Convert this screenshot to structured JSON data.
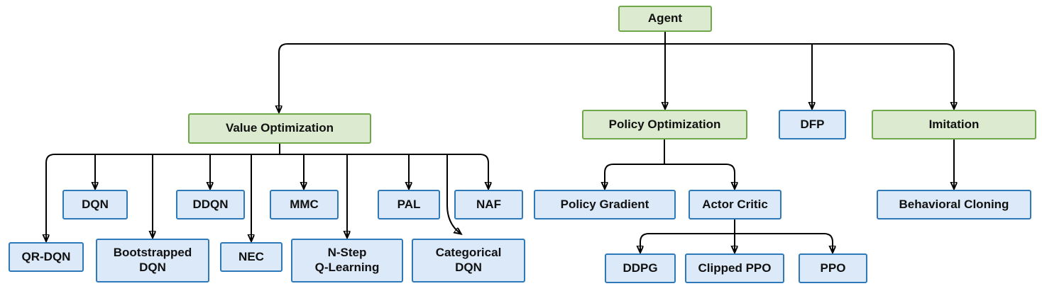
{
  "diagram": {
    "colors": {
      "category_fill": "#dcead0",
      "category_border": "#6fa74a",
      "algorithm_fill": "#dbe9f8",
      "algorithm_border": "#2e79b9",
      "connector": "#000000"
    },
    "nodes": {
      "agent": {
        "label": "Agent",
        "type": "category"
      },
      "value_optimization": {
        "label": "Value Optimization",
        "type": "category"
      },
      "policy_optimization": {
        "label": "Policy Optimization",
        "type": "category"
      },
      "dfp": {
        "label": "DFP",
        "type": "algorithm"
      },
      "imitation": {
        "label": "Imitation",
        "type": "category"
      },
      "dqn": {
        "label": "DQN",
        "type": "algorithm"
      },
      "ddqn": {
        "label": "DDQN",
        "type": "algorithm"
      },
      "mmc": {
        "label": "MMC",
        "type": "algorithm"
      },
      "pal": {
        "label": "PAL",
        "type": "algorithm"
      },
      "naf": {
        "label": "NAF",
        "type": "algorithm"
      },
      "qr_dqn": {
        "label": "QR-DQN",
        "type": "algorithm"
      },
      "bootstrapped_dqn": {
        "label": "Bootstrapped\nDQN",
        "type": "algorithm"
      },
      "nec": {
        "label": "NEC",
        "type": "algorithm"
      },
      "n_step_q_learning": {
        "label": "N-Step\nQ-Learning",
        "type": "algorithm"
      },
      "categorical_dqn": {
        "label": "Categorical\nDQN",
        "type": "algorithm"
      },
      "policy_gradient": {
        "label": "Policy Gradient",
        "type": "algorithm"
      },
      "actor_critic": {
        "label": "Actor Critic",
        "type": "algorithm"
      },
      "behavioral_cloning": {
        "label": "Behavioral Cloning",
        "type": "algorithm"
      },
      "ddpg": {
        "label": "DDPG",
        "type": "algorithm"
      },
      "clipped_ppo": {
        "label": "Clipped PPO",
        "type": "algorithm"
      },
      "ppo": {
        "label": "PPO",
        "type": "algorithm"
      }
    },
    "edges": [
      [
        "agent",
        "value_optimization"
      ],
      [
        "agent",
        "policy_optimization"
      ],
      [
        "agent",
        "dfp"
      ],
      [
        "agent",
        "imitation"
      ],
      [
        "value_optimization",
        "dqn"
      ],
      [
        "value_optimization",
        "ddqn"
      ],
      [
        "value_optimization",
        "mmc"
      ],
      [
        "value_optimization",
        "pal"
      ],
      [
        "value_optimization",
        "naf"
      ],
      [
        "value_optimization",
        "qr_dqn"
      ],
      [
        "value_optimization",
        "bootstrapped_dqn"
      ],
      [
        "value_optimization",
        "nec"
      ],
      [
        "value_optimization",
        "n_step_q_learning"
      ],
      [
        "value_optimization",
        "categorical_dqn"
      ],
      [
        "policy_optimization",
        "policy_gradient"
      ],
      [
        "policy_optimization",
        "actor_critic"
      ],
      [
        "actor_critic",
        "ddpg"
      ],
      [
        "actor_critic",
        "clipped_ppo"
      ],
      [
        "actor_critic",
        "ppo"
      ],
      [
        "imitation",
        "behavioral_cloning"
      ]
    ]
  }
}
